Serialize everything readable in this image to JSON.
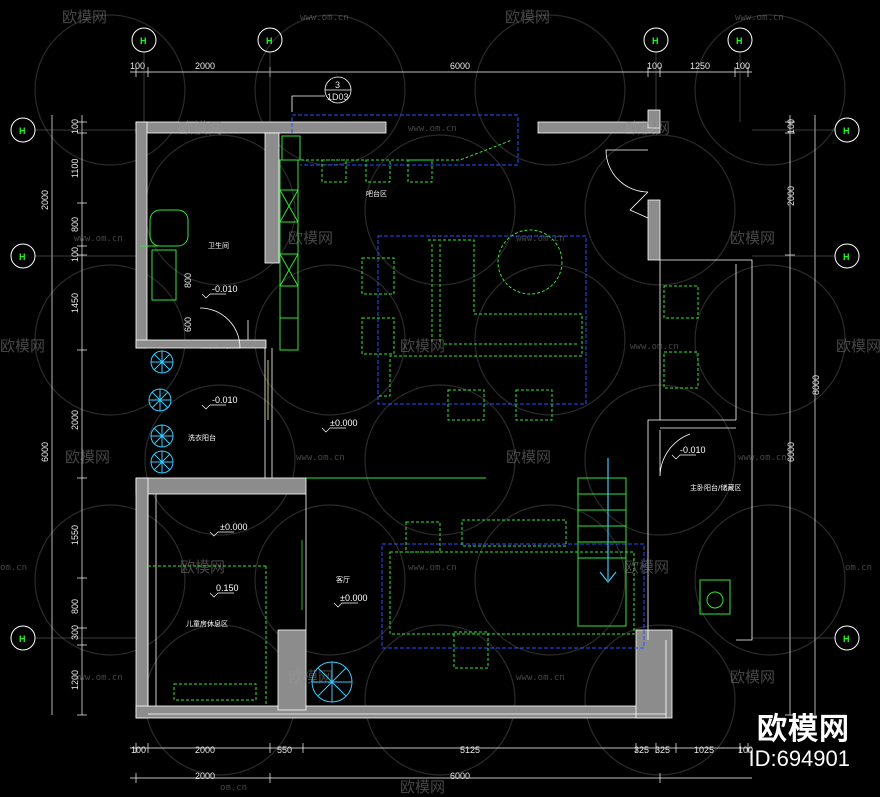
{
  "axes": {
    "top": [
      "H",
      "H",
      "H",
      "H"
    ],
    "left": [
      "H",
      "H",
      "H"
    ],
    "right": [
      "H",
      "H",
      "H"
    ]
  },
  "dims": {
    "top": [
      "100",
      "2000",
      "6000",
      "100",
      "1250",
      "100"
    ],
    "bottom_inner": [
      "100",
      "2000",
      "550",
      "5125",
      "325",
      "325",
      "1025",
      "100"
    ],
    "bottom_outer": [
      "2000",
      "6000"
    ],
    "left": [
      "100",
      "1100",
      "800",
      "100",
      "1450",
      "2000",
      "1550",
      "800",
      "300",
      "1200"
    ],
    "left_total": "6000",
    "left_mid": "2000",
    "right": [
      "100",
      "2000",
      "8000",
      "6000"
    ],
    "bath_v": [
      "800",
      "600"
    ]
  },
  "detail_tag": {
    "number": "3",
    "sheet": "1D03"
  },
  "rooms": {
    "bar": "吧台区",
    "wc": "卫生间",
    "laundry": "洗衣阳台",
    "master_balcony": "主卧阳台/储藏区",
    "living": "客厅",
    "bedroom": "儿童房休息区"
  },
  "elevations": {
    "wc": "-0.010",
    "laundry": "-0.010",
    "main": "±0.000",
    "balcony": "-0.010",
    "bed_top": "±0.000",
    "bed_mid": "0.150",
    "living": "±0.000"
  },
  "watermark": {
    "text": "欧模网",
    "url": "www.om.cn",
    "url_short": "om.cn"
  },
  "brand": {
    "name": "欧模网",
    "id": "ID:694901"
  }
}
